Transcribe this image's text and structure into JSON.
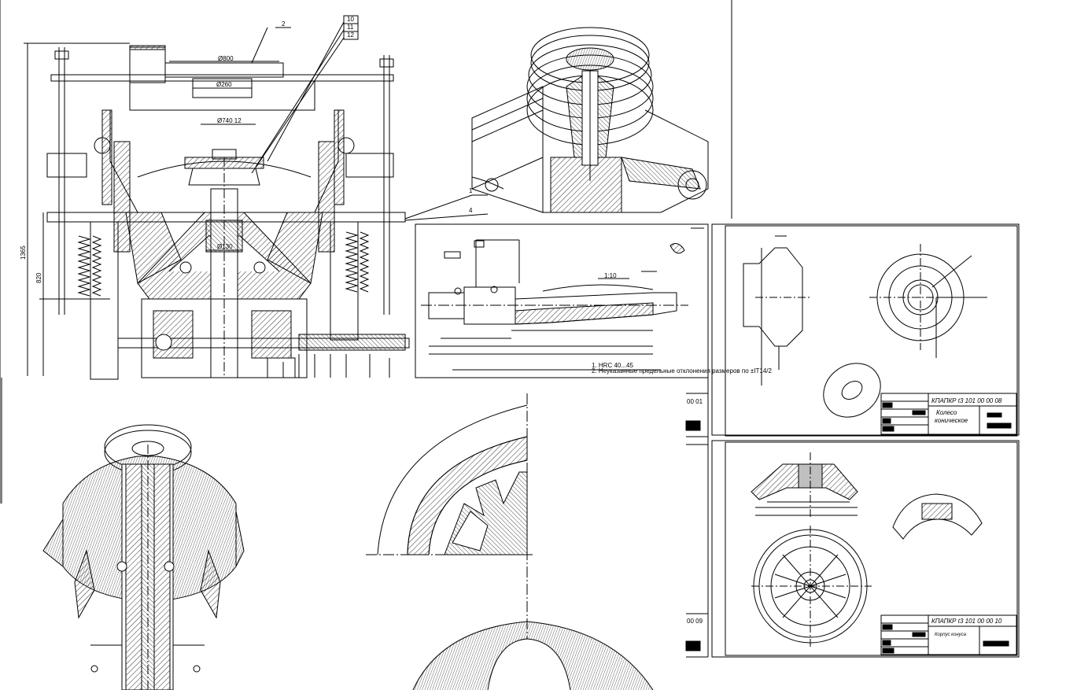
{
  "assembly": {
    "leaders": [
      "2",
      "10",
      "11",
      "12",
      "1",
      "4"
    ],
    "dims": {
      "overall_height": "1365",
      "left_vertical": "820",
      "top_width": "Ø800",
      "inner_width": "Ø260",
      "mid_width": "Ø740 12",
      "lower_width": "Ø130"
    },
    "sheet_code_1": "00 01",
    "sheet_code_2": "00 09"
  },
  "shaft": {
    "taper": "1:10",
    "notes": [
      "1. HRC 40...45",
      "2. Неуказанные предельные отклонения размеров по ±IT14/2"
    ]
  },
  "wheel": {
    "code": "КПАПКР  t3  101  00  00  08",
    "name_line1": "Колесо",
    "name_line2": "коническое"
  },
  "housing": {
    "code": "КПАПКР  t3  101  00  00  10",
    "name": "Корпус конуса"
  }
}
